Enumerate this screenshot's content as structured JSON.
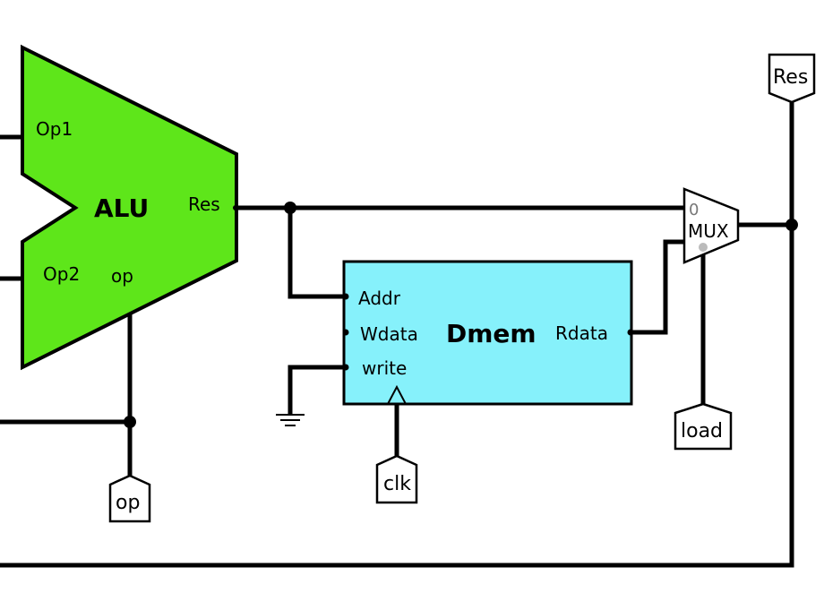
{
  "alu": {
    "name": "ALU",
    "ports": {
      "op1": "Op1",
      "op2": "Op2",
      "op": "op",
      "res": "Res"
    },
    "fill": "#5ee61a"
  },
  "dmem": {
    "name": "Dmem",
    "ports": {
      "addr": "Addr",
      "wdata": "Wdata",
      "write": "write",
      "rdata": "Rdata"
    },
    "fill": "#86f1fb"
  },
  "mux": {
    "label": "MUX",
    "input0": "0"
  },
  "pins": {
    "res": "Res",
    "op": "op",
    "clk": "clk",
    "load": "load"
  }
}
